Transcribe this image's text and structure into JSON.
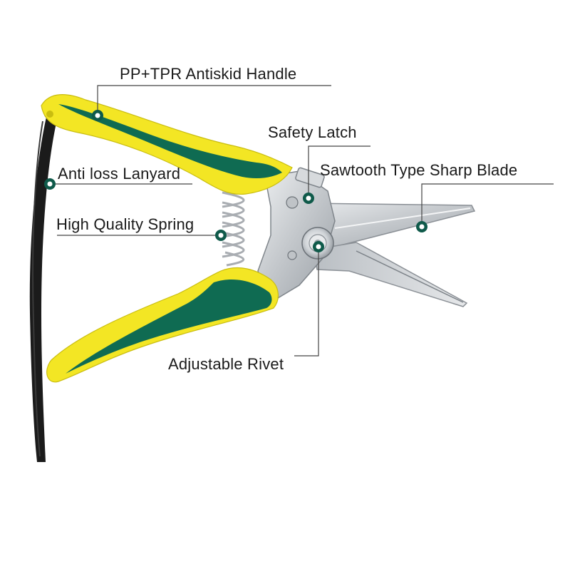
{
  "image": {
    "subject": "pruning-shears",
    "colors": {
      "handle_yellow": "#f3e624",
      "handle_green": "#0f6b52",
      "blade_steel": "#c8ccd0",
      "lanyard_black": "#1b1b1b",
      "callout_line": "#444444",
      "dot_outer": "#0f5a4a",
      "dot_inner": "#ffffff"
    }
  },
  "callouts": {
    "handle": "PP+TPR Antiskid Handle",
    "latch": "Safety Latch",
    "blade": "Sawtooth Type Sharp Blade",
    "lanyard": "Anti loss Lanyard",
    "spring": "High Quality Spring",
    "rivet": "Adjustable Rivet"
  }
}
